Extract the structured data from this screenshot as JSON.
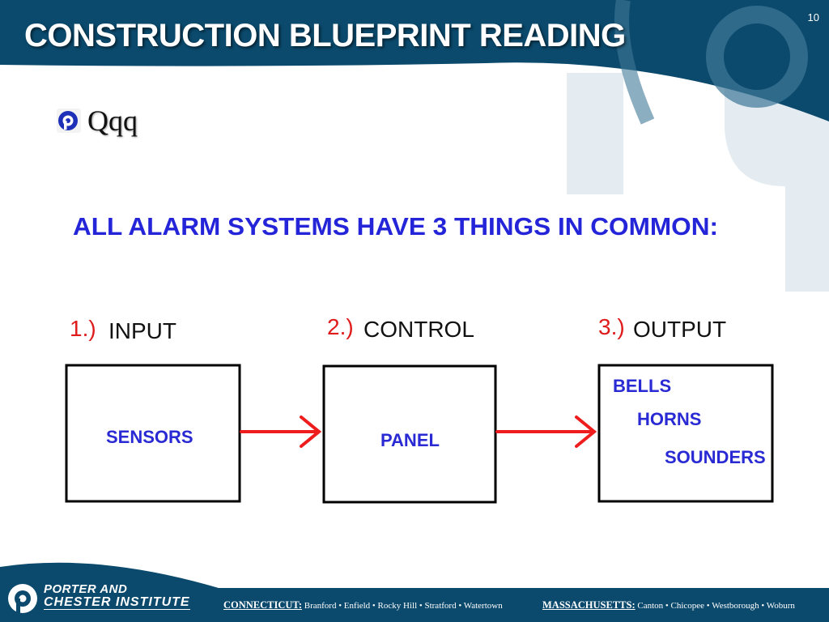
{
  "slide": {
    "title": "CONSTRUCTION BLUEPRINT READING",
    "page_number": "10",
    "bullet": "Qqq"
  },
  "diagram": {
    "heading": "ALL ALARM SYSTEMS HAVE 3 THINGS IN COMMON:",
    "stages": [
      {
        "number": "1.)",
        "label": "INPUT",
        "items": [
          "SENSORS"
        ]
      },
      {
        "number": "2.)",
        "label": "CONTROL",
        "items": [
          "PANEL"
        ]
      },
      {
        "number": "3.)",
        "label": "OUTPUT",
        "items": [
          "BELLS",
          "HORNS",
          "SOUNDERS"
        ]
      }
    ],
    "colors": {
      "heading": "#2424d8",
      "number": "#e01b1b",
      "label": "#111111",
      "item": "#2a2ad4",
      "arrow": "#ee1c1c",
      "box": "#000000"
    }
  },
  "footer": {
    "logo_line1": "PORTER AND",
    "logo_line2": "CHESTER INSTITUTE",
    "ct_label": "CONNECTICUT:",
    "ct_locations": "Branford • Enfield • Rocky Hill • Stratford • Watertown",
    "ma_label": "MASSACHUSETTS:",
    "ma_locations": "Canton • Chicopee • Westborough • Woburn"
  },
  "theme": {
    "header_navy": "#0b4a6d",
    "watermark": "#e4ecf1"
  }
}
